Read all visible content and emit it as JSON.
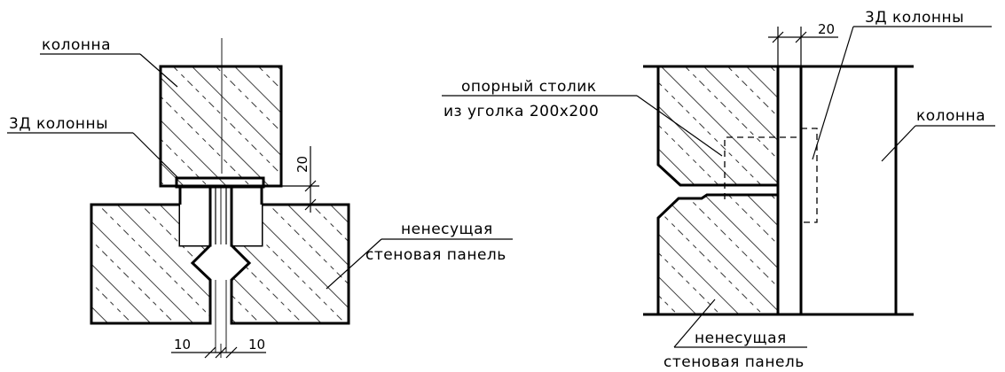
{
  "left_view": {
    "label_column": "колонна",
    "label_axis": "3Д колонны",
    "label_panel_line1": "ненесущая",
    "label_panel_line2": "стеновая панель",
    "dim_gap": "20",
    "dim_left": "10",
    "dim_right": "10"
  },
  "right_view": {
    "label_axis": "3Д колонны",
    "label_column": "колонна",
    "label_table_line1": "опорный столик",
    "label_table_line2": "из уголка 200х200",
    "label_panel_line1": "ненесущая",
    "label_panel_line2": "стеновая панель",
    "dim_top": "20"
  }
}
